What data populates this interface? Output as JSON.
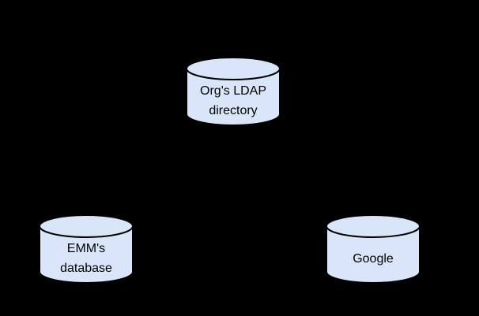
{
  "diagram": {
    "style": {
      "background": "#000000",
      "node_fill": "#d9e5f9",
      "node_stroke": "#000000",
      "text_color": "#000000"
    },
    "nodes": [
      {
        "id": "orgs-ldap-directory",
        "shape": "cylinder",
        "lines": [
          "Org's LDAP",
          "directory"
        ]
      },
      {
        "id": "emms-database",
        "shape": "cylinder",
        "lines": [
          "EMM's",
          "database"
        ]
      },
      {
        "id": "google",
        "shape": "cylinder",
        "lines": [
          "Google"
        ]
      }
    ]
  }
}
